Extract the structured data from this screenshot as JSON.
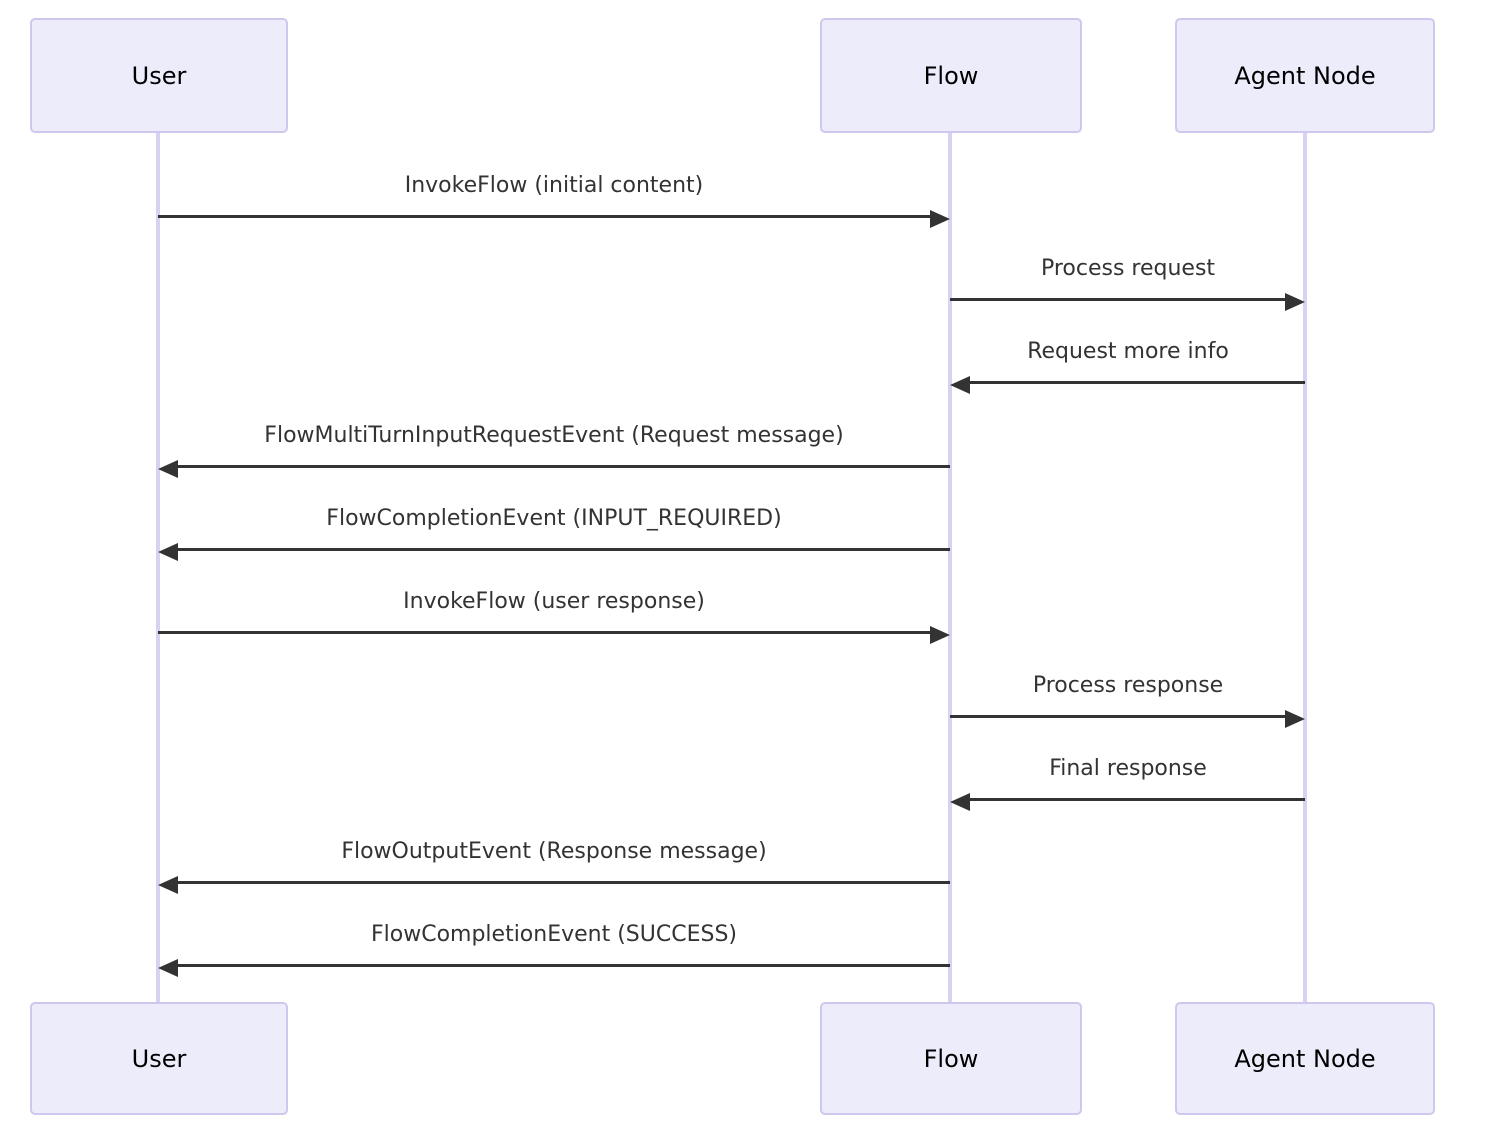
{
  "diagram": {
    "type": "sequence",
    "background": "#FFFFFF",
    "actors": [
      {
        "id": "user",
        "label": "User"
      },
      {
        "id": "flow",
        "label": "Flow"
      },
      {
        "id": "agent",
        "label": "Agent Node"
      }
    ],
    "messages": [
      {
        "from": "User",
        "to": "Flow",
        "arrow": "solid-filled",
        "label": "InvokeFlow (initial content)"
      },
      {
        "from": "Flow",
        "to": "Agent Node",
        "arrow": "solid-filled",
        "label": "Process request"
      },
      {
        "from": "Agent Node",
        "to": "Flow",
        "arrow": "solid-filled",
        "label": "Request more info"
      },
      {
        "from": "Flow",
        "to": "User",
        "arrow": "solid-filled",
        "label": "FlowMultiTurnInputRequestEvent (Request message)"
      },
      {
        "from": "Flow",
        "to": "User",
        "arrow": "solid-filled",
        "label": "FlowCompletionEvent (INPUT_REQUIRED)"
      },
      {
        "from": "User",
        "to": "Flow",
        "arrow": "solid-filled",
        "label": "InvokeFlow (user response)"
      },
      {
        "from": "Flow",
        "to": "Agent Node",
        "arrow": "solid-filled",
        "label": "Process response"
      },
      {
        "from": "Agent Node",
        "to": "Flow",
        "arrow": "solid-filled",
        "label": "Final response"
      },
      {
        "from": "Flow",
        "to": "User",
        "arrow": "solid-filled",
        "label": "FlowOutputEvent (Response message)"
      },
      {
        "from": "Flow",
        "to": "User",
        "arrow": "solid-filled",
        "label": "FlowCompletionEvent (SUCCESS)"
      }
    ],
    "colors": {
      "actor_fill": "#ECECFB",
      "actor_border": "#CFC8EE",
      "lifeline": "#D8D2F0",
      "message_line": "#333333",
      "message_text": "#333333",
      "actor_text": "#000000"
    }
  }
}
